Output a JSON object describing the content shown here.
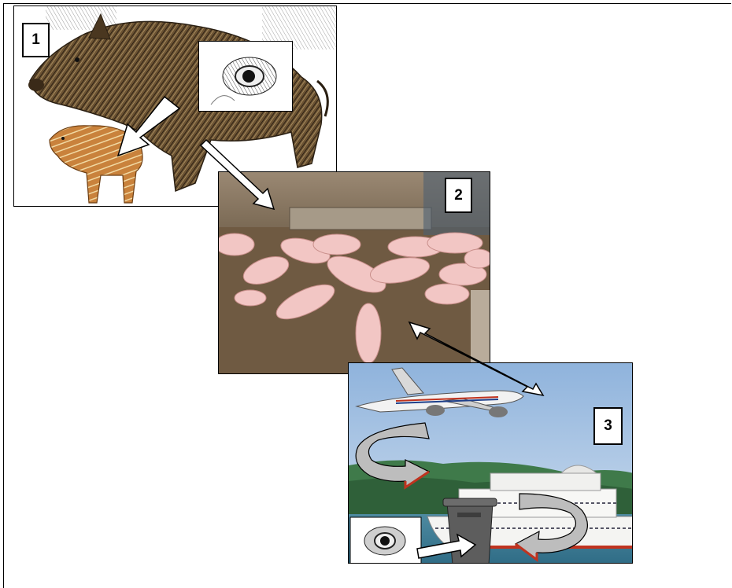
{
  "panels": [
    {
      "label": "1",
      "subject": "wild-boar-with-piglet"
    },
    {
      "label": "2",
      "subject": "piglets-in-farm-pen"
    },
    {
      "label": "3",
      "subject": "airplane-cruise-ship-waste-bin"
    }
  ],
  "colors": {
    "boar_brown": "#5a4326",
    "piglet_pink": "#f2c6c4",
    "pen_floor": "#7a6349",
    "sky_blue": "#a9c6e6",
    "sea_green": "#3f7a4a",
    "arrow_outline": "#000000",
    "curved_arrow_gray": "#b9b9b9",
    "curved_arrow_red": "#c0331f"
  },
  "icons": [
    "straight-arrow-icon",
    "double-headed-arrow-icon",
    "curved-arrow-icon",
    "tick-inset-icon"
  ]
}
